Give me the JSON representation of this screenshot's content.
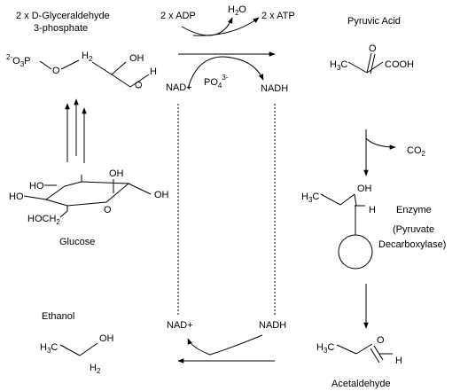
{
  "glyceraldehyde": {
    "title_line1": "2 x D-Glyceraldehyde",
    "title_line2": "3-phosphate",
    "phos_charge": "2-",
    "phos_o": "O",
    "phos_sub": "3",
    "phos_p": "P",
    "oxygen": "O",
    "h2_h": "H",
    "h2_sub": "2",
    "oh": "OH",
    "h": "H",
    "carbonyl_o": "O"
  },
  "glycolysis": {
    "adp": "2 x ADP",
    "atp": "2 x ATP",
    "water_h": "H",
    "water_sub": "2",
    "water_o": "O",
    "nad_plus": "NAD+",
    "phosphate": "PO",
    "phosphate_sub": "4",
    "phosphate_sup": "3-",
    "nadh": "NADH"
  },
  "pyruvic_acid": {
    "title": "Pyruvic Acid",
    "ch3_h": "H",
    "ch3_sub": "3",
    "ch3_c": "C",
    "carbonyl_o": "O",
    "cooh": "COOH"
  },
  "decarboxylation": {
    "co2_c": "CO",
    "co2_sub": "2",
    "intermediate_h3c": "H",
    "intermediate_sub": "3",
    "intermediate_c": "C",
    "oh": "OH",
    "h": "H",
    "enzyme_line1": "Enzyme",
    "enzyme_line2": "(Pyruvate",
    "enzyme_line3": "Decarboxylase)"
  },
  "glucose": {
    "label": "Glucose",
    "oh_top": "OH",
    "ho_left": "HO",
    "ho_mid": "HO",
    "oh_right": "OH",
    "ring_o": "O",
    "hoch_c": "HOCH",
    "hoch_sub": "2"
  },
  "reduction": {
    "nad_plus": "NAD+",
    "nadh": "NADH"
  },
  "ethanol": {
    "label": "Ethanol",
    "h3c_h": "H",
    "h3c_sub": "3",
    "h3c_c": "C",
    "oh": "OH",
    "h2_h": "H",
    "h2_sub": "2"
  },
  "acetaldehyde": {
    "label": "Acetaldehyde",
    "h3c_h": "H",
    "h3c_sub": "3",
    "h3c_c": "C",
    "o": "O",
    "h": "H"
  }
}
